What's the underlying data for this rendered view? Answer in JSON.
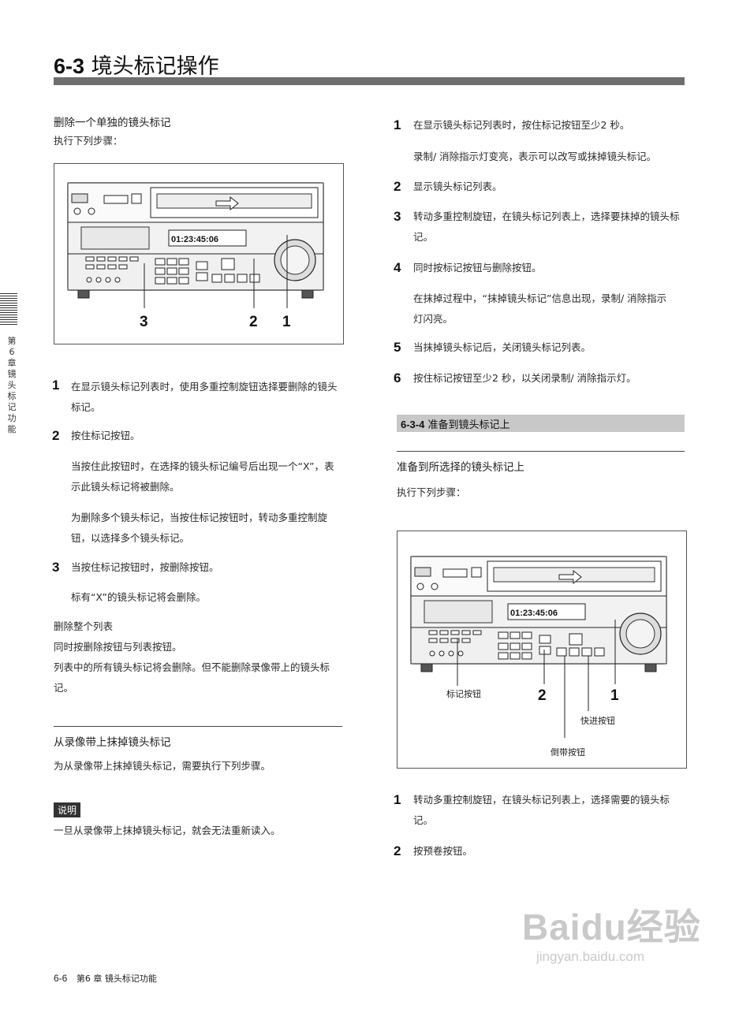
{
  "header": {
    "section_num": "6-3",
    "section_title": "境头标记操作"
  },
  "side": {
    "chapter_tab": "第6章 镜头标记功能"
  },
  "left": {
    "sub1": "删除一个单独的镜头标记",
    "intro1": "执行下列步骤：",
    "figure1": {
      "callouts": [
        "3",
        "2",
        "1"
      ],
      "timecode": "01:23:45:06"
    },
    "steps": [
      {
        "num": "1",
        "lines": [
          "在显示镜头标记列表时，使用多重控制旋钮选择要删除的镜头",
          "标记。"
        ]
      },
      {
        "num": "2",
        "lines": [
          "按住标记按钮。"
        ]
      },
      {
        "num": "3",
        "lines": [
          "当按住标记按钮时，按删除按钮。"
        ]
      }
    ],
    "step2_detail": [
      "当按住此按钮时，在选择的镜头标记编号后出现一个“X”，表",
      "示此镜头标记将被删除。"
    ],
    "step2_detail2": [
      "为删除多个镜头标记，当按住标记按钮时，转动多重控制旋",
      "钮，以选择多个镜头标记。"
    ],
    "step3_detail": "标有“X”的镜头标记将会删除。",
    "sub2": "删除整个列表",
    "sub2_lines": [
      "同时按删除按钮与列表按钮。",
      "列表中的所有镜头标记将会删除。但不能删除录像带上的镜头标",
      "记。"
    ],
    "sub3": "从录像带上抹掉镜头标记",
    "sub3_intro": "为从录像带上抹掉镜头标记，需要执行下列步骤。",
    "note_label": "说明",
    "note_text": "一旦从录像带上抹掉镜头标记，就会无法重新读入。"
  },
  "right": {
    "steps": [
      {
        "num": "1",
        "lines": [
          "在显示镜头标记列表时，按住标记按钮至少2 秒。"
        ]
      },
      {
        "num": "2",
        "lines": [
          "显示镜头标记列表。"
        ]
      },
      {
        "num": "3",
        "lines": [
          "转动多重控制旋钮，在镜头标记列表上，选择要抹掉的镜头标",
          "记。"
        ]
      },
      {
        "num": "4",
        "lines": [
          "同时按标记按钮与删除按钮。"
        ]
      },
      {
        "num": "5",
        "lines": [
          "当抹掉镜头标记后，关闭镜头标记列表。"
        ]
      },
      {
        "num": "6",
        "lines": [
          "按住标记按钮至少2 秒，以关闭录制/ 消除指示灯。"
        ]
      }
    ],
    "step1_detail": "录制/ 消除指示灯变亮，表示可以改写或抹掉镜头标记。",
    "step4_detail": [
      "在抹掉过程中，“抹掉镜头标记”信息出现，录制/ 消除指示",
      "灯闪亮。"
    ],
    "section_bar_num": "6-3-4",
    "section_bar_title": "准备到镜头标记上",
    "sub1": "准备到所选择的镜头标记上",
    "intro1": "执行下列步骤：",
    "figure2": {
      "timecode": "01:23:45:06",
      "label_mark": "标记按钮",
      "label_ff": "快进按钮",
      "label_rew": "倒带按钮",
      "callouts": [
        "2",
        "1"
      ]
    },
    "steps2": [
      {
        "num": "1",
        "lines": [
          "转动多重控制旋钮，在镜头标记列表上，选择需要的镜头标",
          "记。"
        ]
      },
      {
        "num": "2",
        "lines": [
          "按预卷按钮。"
        ]
      }
    ]
  },
  "footer": {
    "page": "6-6",
    "chapter": "第6 章  镜头标记功能"
  },
  "watermark": {
    "logo": "Baidu经验",
    "url": "jingyan.baidu.com"
  }
}
